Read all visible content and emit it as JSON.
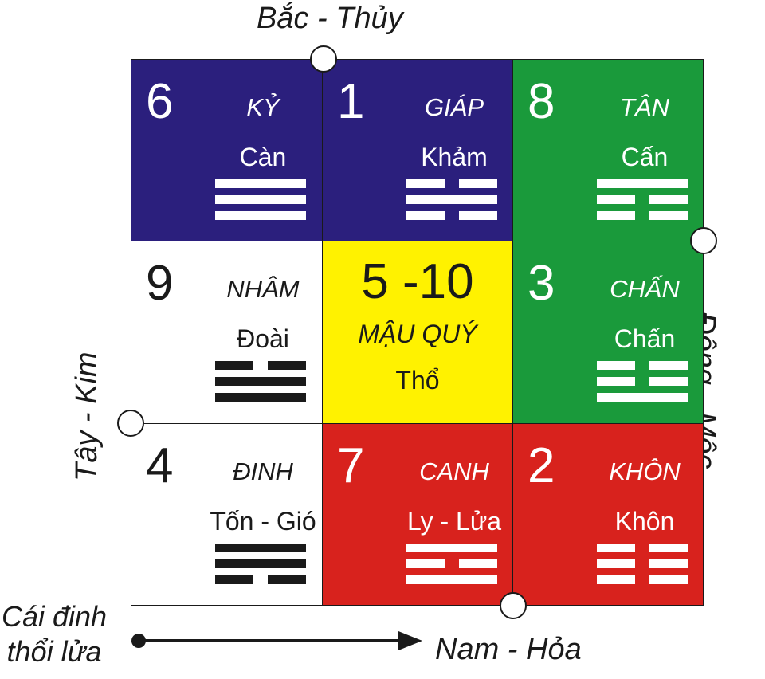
{
  "directions": {
    "north": "Bắc - Thủy",
    "south": "Nam - Hỏa",
    "east": "Đông - Mộc",
    "west": "Tây - Kim"
  },
  "note": [
    "Cái đinh",
    "thổi lửa"
  ],
  "colors": {
    "blue": "#2b1f7d",
    "green": "#1a9a3b",
    "yellow": "#fff200",
    "red": "#d8221d",
    "white": "#ffffff",
    "ink": "#1a1a1a"
  },
  "cells": [
    {
      "number": "6",
      "stem": "KỶ",
      "trigram": "Càn",
      "lines": [
        "solid",
        "solid",
        "solid"
      ]
    },
    {
      "number": "1",
      "stem": "GIÁP",
      "trigram": "Khảm",
      "lines": [
        "broken",
        "solid",
        "broken"
      ]
    },
    {
      "number": "8",
      "stem": "TÂN",
      "trigram": "Cấn",
      "lines": [
        "solid",
        "broken",
        "broken"
      ]
    },
    {
      "number": "9",
      "stem": "NHÂM",
      "trigram": "Đoài",
      "lines": [
        "broken",
        "solid",
        "solid"
      ]
    },
    {
      "number": "5 -10",
      "stem": "MẬU QUÝ",
      "element": "Thổ"
    },
    {
      "number": "3",
      "stem": "CHẤN",
      "trigram": "Chấn",
      "lines": [
        "broken",
        "broken",
        "solid"
      ]
    },
    {
      "number": "4",
      "stem": "ĐINH",
      "trigram": "Tốn - Gió",
      "lines": [
        "solid",
        "solid",
        "broken"
      ]
    },
    {
      "number": "7",
      "stem": "CANH",
      "trigram": "Ly - Lửa",
      "lines": [
        "solid",
        "broken",
        "solid"
      ]
    },
    {
      "number": "2",
      "stem": "KHÔN",
      "trigram": "Khôn",
      "lines": [
        "broken",
        "broken",
        "broken"
      ]
    }
  ]
}
